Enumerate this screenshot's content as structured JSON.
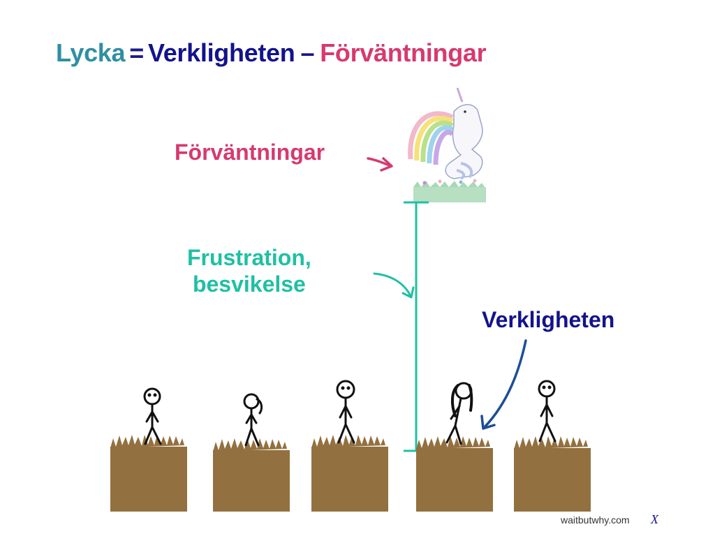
{
  "title": {
    "lycka": "Lycka",
    "equals": "=",
    "verkligheten": "Verkligheten",
    "dash": "–",
    "forvantningar": "Förväntningar"
  },
  "labels": {
    "forvantningar": "Förväntningar",
    "frustration_line1": "Frustration,",
    "frustration_line2": "besvikelse",
    "verkligheten": "Verkligheten"
  },
  "credit": "waitbutwhy.com",
  "corner_mark": "X",
  "colors": {
    "title_lycka": "#2f8fa3",
    "title_verkligheten": "#13138c",
    "forvantningar": "#d63a6e",
    "frustration": "#1fc0a3",
    "pillar": "#93703f",
    "gap_line": "#1fc0a3"
  },
  "figures": [
    "stick-person",
    "stick-person-ponytail",
    "stick-person",
    "stick-person-long-hair",
    "stick-person"
  ],
  "icons": [
    "unicorn-rainbow-icon"
  ]
}
